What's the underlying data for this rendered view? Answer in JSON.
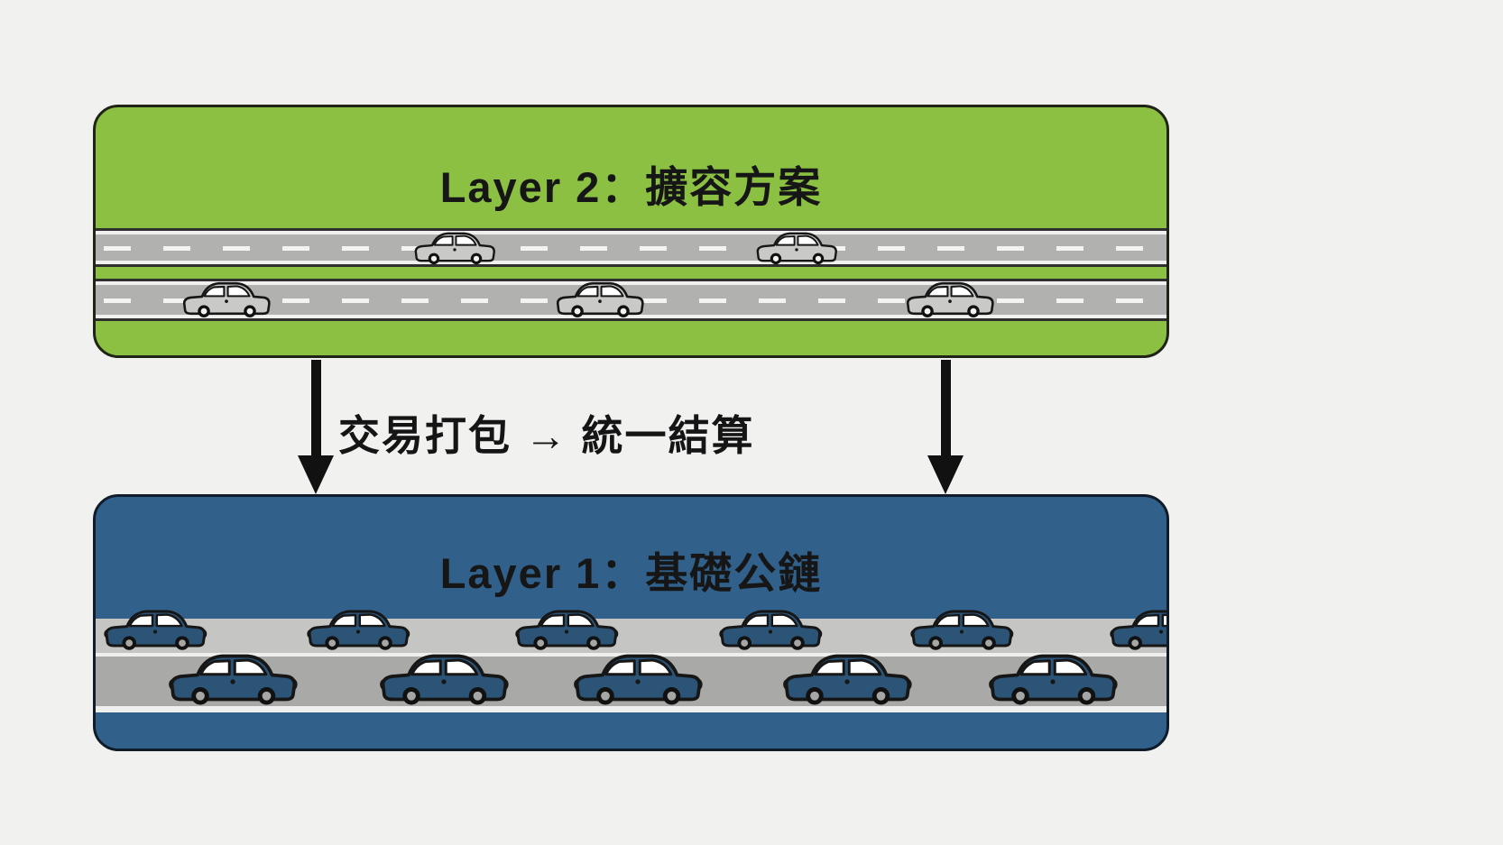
{
  "background": "#f1f1ef",
  "layer2": {
    "title": "Layer 2：擴容方案",
    "box_color": "#8cc043",
    "road_color": "#b1b1af",
    "lane_marking_color": "#f3f3f1",
    "car_color": "#c9c9c7",
    "car_count": 5,
    "lanes": [
      [
        33.5,
        65.5
      ],
      [
        12.2,
        47.1,
        79.8
      ]
    ]
  },
  "flow": {
    "label": "交易打包 → 統一結算",
    "arrow_color": "#111111",
    "arrow_count": 2
  },
  "layer1": {
    "title": "Layer 1：基礎公鏈",
    "box_color": "#31608b",
    "road_upper_color": "#c5c5c3",
    "road_lower_color": "#a9a9a7",
    "car_color": "#2b5477",
    "car_count": 11,
    "rows": [
      [
        5.6,
        24.5,
        44.0,
        63.0,
        80.9,
        99.5
      ],
      [
        12.8,
        32.5,
        50.6,
        70.2,
        89.4
      ]
    ]
  }
}
